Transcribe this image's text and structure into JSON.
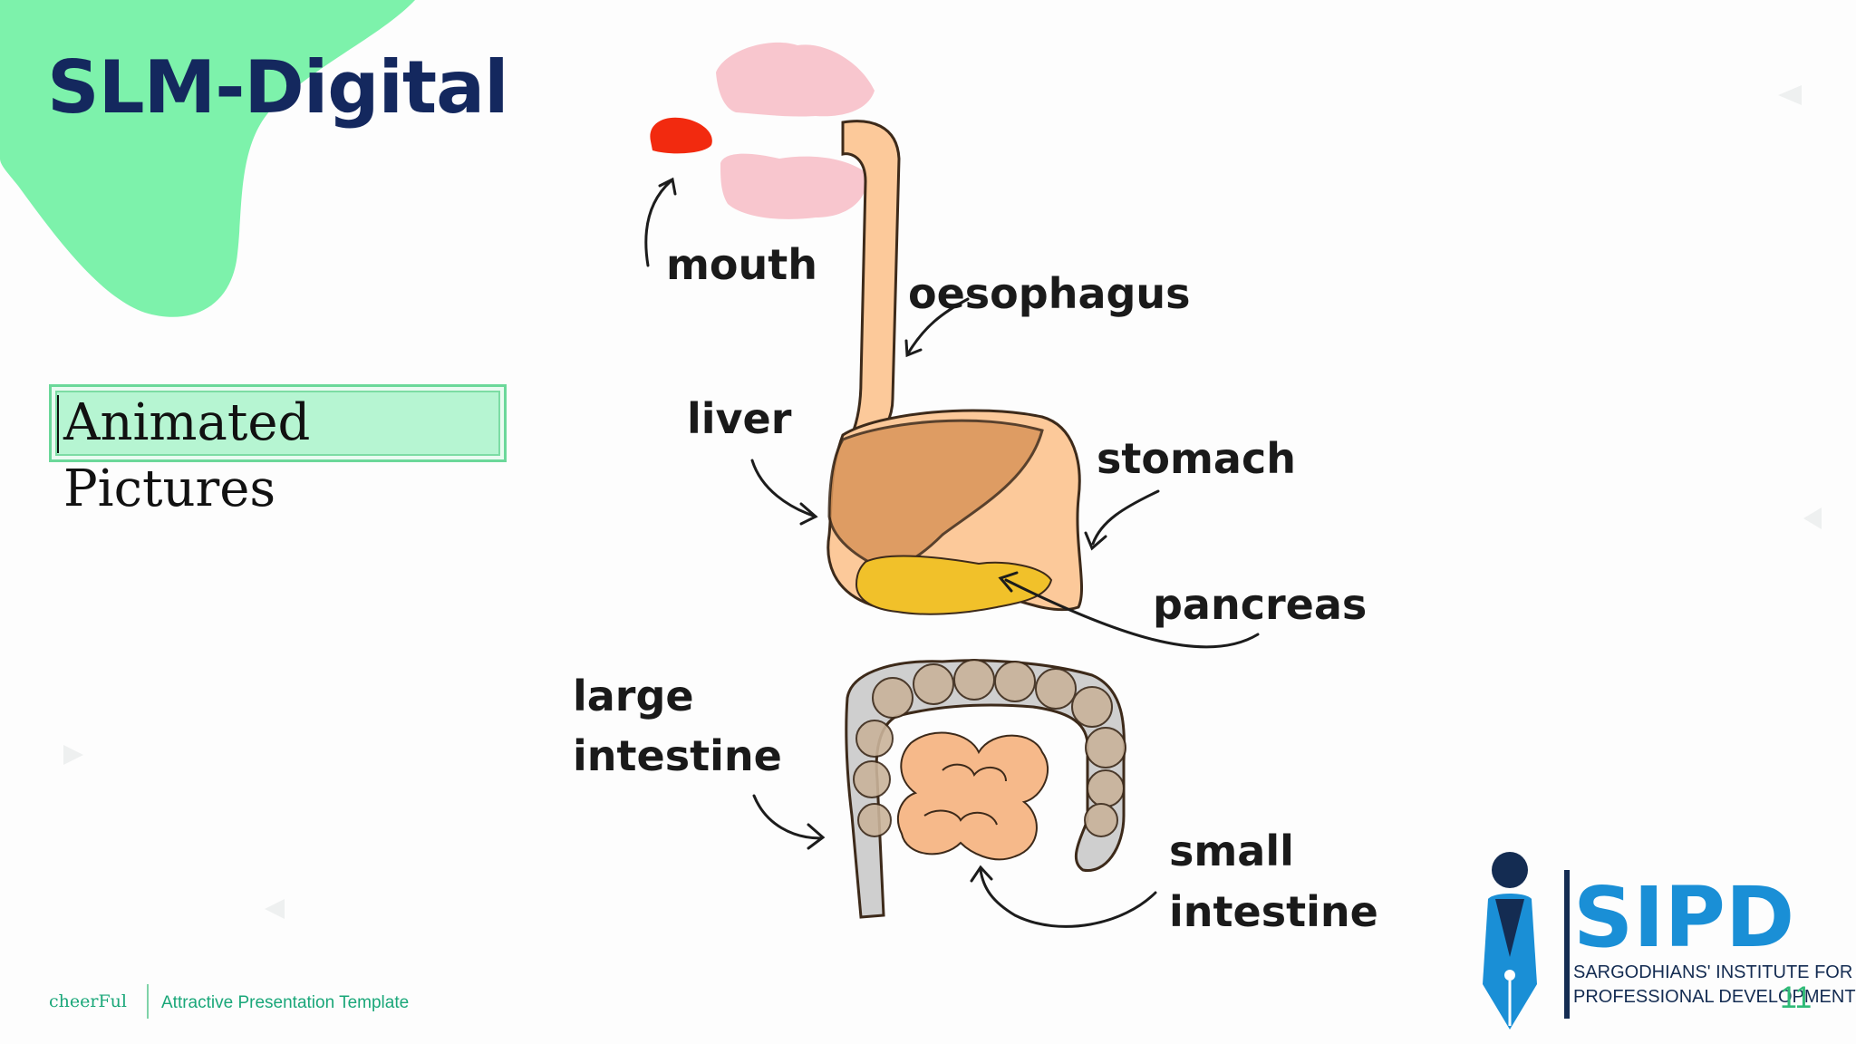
{
  "slide": {
    "title": "SLM-Digital",
    "subtitle": "Animated Pictures",
    "page_number": "11",
    "accent_color": "#7df2ab",
    "title_color": "#14285e"
  },
  "diagram": {
    "labels": {
      "mouth": "mouth",
      "oesophagus": "oesophagus",
      "liver": "liver",
      "stomach": "stomach",
      "pancreas": "pancreas",
      "large_intestine_1": "large",
      "large_intestine_2": "intestine",
      "small_intestine_1": "small",
      "small_intestine_2": "intestine"
    }
  },
  "footer": {
    "brand": "cheerFul",
    "tagline": "Attractive Presentation Template"
  },
  "logo": {
    "name": "SIPD",
    "line1": "SARGODHIANS' INSTITUTE FOR",
    "line2": "PROFESSIONAL DEVELOPMENT",
    "color": "#1a8fd6"
  }
}
